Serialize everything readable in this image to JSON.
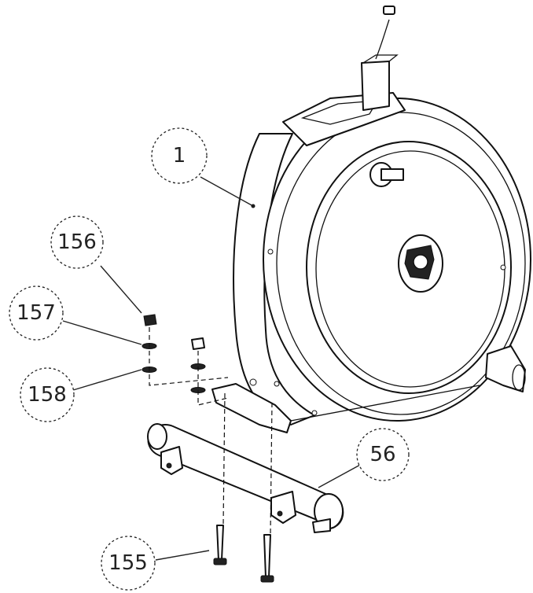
{
  "callouts": [
    {
      "id": "callout-1",
      "label": "1"
    },
    {
      "id": "callout-156",
      "label": "156"
    },
    {
      "id": "callout-157",
      "label": "157"
    },
    {
      "id": "callout-158",
      "label": "158"
    },
    {
      "id": "callout-56",
      "label": "56"
    },
    {
      "id": "callout-155",
      "label": "155"
    }
  ]
}
